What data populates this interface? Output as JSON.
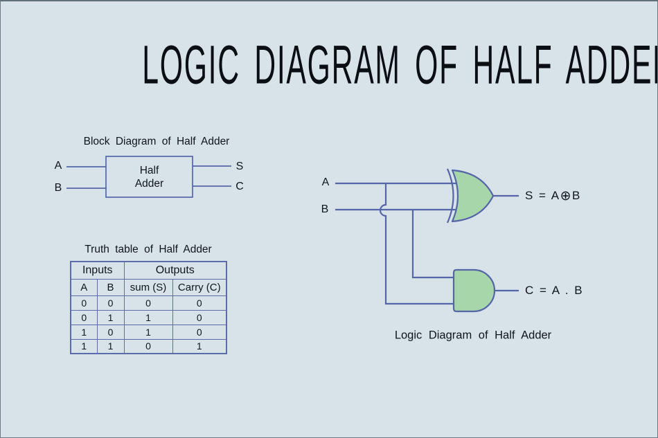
{
  "page": {
    "title": "LOGIC DIAGRAM OF HALF ADDER",
    "colors": {
      "background": "#d7e2e9",
      "wire_blue": "#5566a8",
      "table_border_blue": "#5c6cab",
      "gate_fill_green": "#a6d6aa",
      "text_dark": "#10141c"
    }
  },
  "block_diagram": {
    "heading": "Block Diagram of Half Adder",
    "box_line1": "Half",
    "box_line2": "Adder",
    "input_a": "A",
    "input_b": "B",
    "output_s": "S",
    "output_c": "C"
  },
  "truth_table": {
    "heading": "Truth table of Half Adder",
    "group_headers": [
      "Inputs",
      "Outputs"
    ],
    "column_headers": [
      "A",
      "B",
      "sum (S)",
      "Carry (C)"
    ],
    "rows": [
      [
        "0",
        "0",
        "0",
        "0"
      ],
      [
        "0",
        "1",
        "1",
        "0"
      ],
      [
        "1",
        "0",
        "1",
        "0"
      ],
      [
        "1",
        "1",
        "0",
        "1"
      ]
    ]
  },
  "logic_diagram": {
    "caption": "Logic Diagram of Half Adder",
    "input_a": "A",
    "input_b": "B",
    "sum_lhs": "S = A",
    "xor_symbol": "⊕",
    "sum_rhs": "B",
    "carry_equation": "C = A . B"
  }
}
